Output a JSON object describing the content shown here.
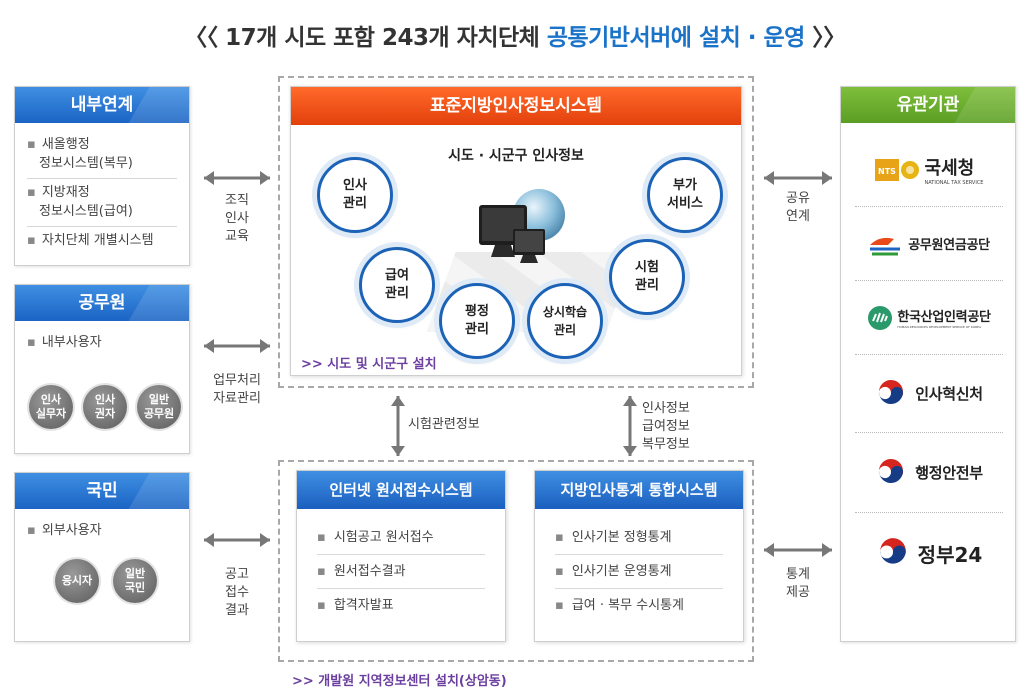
{
  "title": {
    "part1": "〈〈  17개 시도 포함 243개 자치단체 ",
    "highlight": "공통기반서버에 설치 · 운영",
    "part2": " 〉〉"
  },
  "colors": {
    "blue_header": "#1b64c4",
    "orange_header": "#e3400c",
    "green_header": "#5a9e23",
    "title_highlight": "#1a73c8",
    "purple_note": "#6b3fa0",
    "circle_border": "#1c63b7"
  },
  "left": {
    "internal": {
      "title": "내부연계",
      "items": [
        {
          "line1": "새올행정",
          "line2": "정보시스템(복무)"
        },
        {
          "line1": "지방재정",
          "line2": "정보시스템(급여)"
        },
        {
          "line1": "자치단체 개별시스템",
          "line2": ""
        }
      ]
    },
    "officials": {
      "title": "공무원",
      "item": "내부사용자",
      "circles": [
        "인사\n실무자",
        "인사\n권자",
        "일반\n공무원"
      ]
    },
    "citizens": {
      "title": "국민",
      "item": "외부사용자",
      "circles": [
        "응시자",
        "일반\n국민"
      ]
    }
  },
  "main": {
    "title": "표준지방인사정보시스템",
    "subtitle": "시도 · 시군구 인사정보",
    "modules": [
      "인사\n관리",
      "급여\n관리",
      "평정\n관리",
      "상시학습\n관리",
      "시험\n관리",
      "부가\n서비스"
    ],
    "install_note": ">> 시도 및 시군구 설치"
  },
  "bottom": {
    "recruit": {
      "title": "인터넷 원서접수시스템",
      "items": [
        "시험공고 원서접수",
        "원서접수결과",
        "합격자발표"
      ]
    },
    "stats": {
      "title": "지방인사통계 통합시스템",
      "items": [
        "인사기본 정형통계",
        "인사기본 운영통계",
        "급여  · 복무 수시통계"
      ]
    },
    "install_note": ">> 개발원 지역정보센터 설치(상암동)"
  },
  "right": {
    "title": "유관기관",
    "orgs": [
      {
        "name": "국세청",
        "sub": "NATIONAL TAX SERVICE",
        "badge": "NTS"
      },
      {
        "name": "공무원연금공단"
      },
      {
        "name": "한국산업인력공단",
        "sub": "HUMAN RESOURCES DEVELOPMENT SERVICE OF KOREA"
      },
      {
        "name": "인사혁신처"
      },
      {
        "name": "행정안전부"
      },
      {
        "name": "정부24"
      }
    ]
  },
  "labels": {
    "internal_link": "조직\n인사\n교육",
    "officials_link": "업무처리\n자료관리",
    "citizens_link": "공고\n접수\n결과",
    "exam_info": "시험관련정보",
    "hr_info": "인사정보\n급여정보\n복무정보",
    "share": "공유\n연계",
    "stats_provide": "통계\n제공"
  }
}
